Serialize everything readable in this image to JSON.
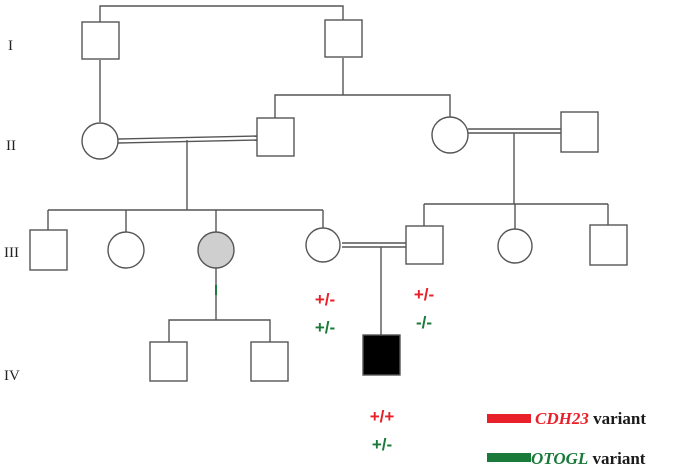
{
  "generations": [
    "I",
    "II",
    "III",
    "IV"
  ],
  "colors": {
    "cdh23": "#e8202a",
    "otogl": "#1a7a3a",
    "carrier_fill": "#cfcfcf",
    "affected_fill": "#000000",
    "line": "#555555"
  },
  "genotypes": {
    "mother_iii_cdh23": "+/-",
    "mother_iii_otogl": "+/-",
    "father_iii_cdh23": "+/-",
    "father_iii_otogl": "-/-",
    "proband_iv_cdh23": "+/+",
    "proband_iv_otogl": "+/-"
  },
  "legend": [
    {
      "gene": "CDH23",
      "suffix": " variant",
      "color_key": "cdh23"
    },
    {
      "gene": "OTOGL",
      "suffix": " variant",
      "color_key": "otogl"
    }
  ]
}
